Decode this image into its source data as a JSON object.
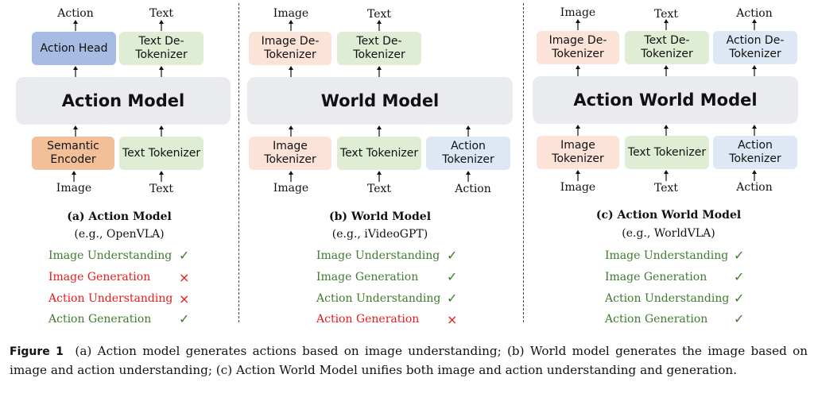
{
  "panels": [
    {
      "caption_title": "(a) Action Model",
      "caption_example": "(e.g., OpenVLA)",
      "model_label": "Action Model",
      "top_outputs": [
        "Action",
        "Text"
      ],
      "top_boxes": [
        "Action Head",
        "Text De-Tokenizer"
      ],
      "bottom_boxes": [
        "Semantic Encoder",
        "Text Tokenizer"
      ],
      "bottom_inputs": [
        "Image",
        "Text"
      ],
      "capabilities": [
        {
          "label": "Image Understanding",
          "supported": true
        },
        {
          "label": "Image Generation",
          "supported": false
        },
        {
          "label": "Action Understanding",
          "supported": false
        },
        {
          "label": "Action Generation",
          "supported": true
        }
      ]
    },
    {
      "caption_title": "(b) World Model",
      "caption_example": "(e.g., iVideoGPT)",
      "model_label": "World Model",
      "top_outputs": [
        "Image",
        "Text"
      ],
      "top_boxes": [
        "Image De-Tokenizer",
        "Text De-Tokenizer"
      ],
      "bottom_boxes": [
        "Image Tokenizer",
        "Text Tokenizer",
        "Action Tokenizer"
      ],
      "bottom_inputs": [
        "Image",
        "Text",
        "Action"
      ],
      "capabilities": [
        {
          "label": "Image Understanding",
          "supported": true
        },
        {
          "label": "Image Generation",
          "supported": true
        },
        {
          "label": "Action Understanding",
          "supported": true
        },
        {
          "label": "Action Generation",
          "supported": false
        }
      ]
    },
    {
      "caption_title": "(c) Action World Model",
      "caption_example": "(e.g., WorldVLA)",
      "model_label": "Action World Model",
      "top_outputs": [
        "Image",
        "Text",
        "Action"
      ],
      "top_boxes": [
        "Image De-Tokenizer",
        "Text De-Tokenizer",
        "Action De-Tokenizer"
      ],
      "bottom_boxes": [
        "Image Tokenizer",
        "Text Tokenizer",
        "Action Tokenizer"
      ],
      "bottom_inputs": [
        "Image",
        "Text",
        "Action"
      ],
      "capabilities": [
        {
          "label": "Image Understanding",
          "supported": true
        },
        {
          "label": "Image Generation",
          "supported": true
        },
        {
          "label": "Action Understanding",
          "supported": true
        },
        {
          "label": "Action Generation",
          "supported": true
        }
      ]
    }
  ],
  "marks": {
    "yes": "✓",
    "no": "×"
  },
  "colors": {
    "supported": "#3f7a2e",
    "unsupported": "#e8191b"
  },
  "caption": {
    "figure_label": "Figure 1",
    "text": "(a) Action model generates actions based on image understanding; (b) World model generates the image based on image and action understanding; (c) Action World Model unifies both image and action understanding and generation."
  }
}
